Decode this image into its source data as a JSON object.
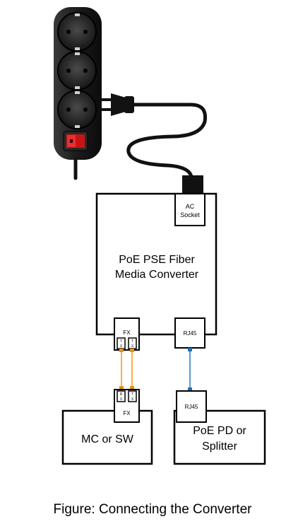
{
  "converter": {
    "line1": "PoE PSE Fiber",
    "line2": "Media Converter"
  },
  "ac_socket": {
    "line1": "AC",
    "line2": "Socket"
  },
  "ports": {
    "fx_top": "FX",
    "rj45_top": "RJ45",
    "fx_bottom": "FX",
    "rj45_bottom": "RJ45"
  },
  "fiber_marks": {
    "tx_left": [
      "T",
      "X"
    ],
    "tx_right": [
      "T",
      "X"
    ],
    "rx_left": [
      "R",
      "X"
    ],
    "rx_right": [
      "T",
      "X"
    ]
  },
  "devices": {
    "mc_sw": "MC or SW",
    "pd_line1": "PoE PD or",
    "pd_line2": "Splitter"
  },
  "caption": "Figure: Connecting the Converter",
  "colors": {
    "fiber": "#f0a020",
    "fiber_connector": "#e8901a",
    "ethernet": "#2a80c8",
    "ethernet_connector": "#1f6fb0",
    "power_strip": "#1b1b1b",
    "switch": "#d01818"
  }
}
